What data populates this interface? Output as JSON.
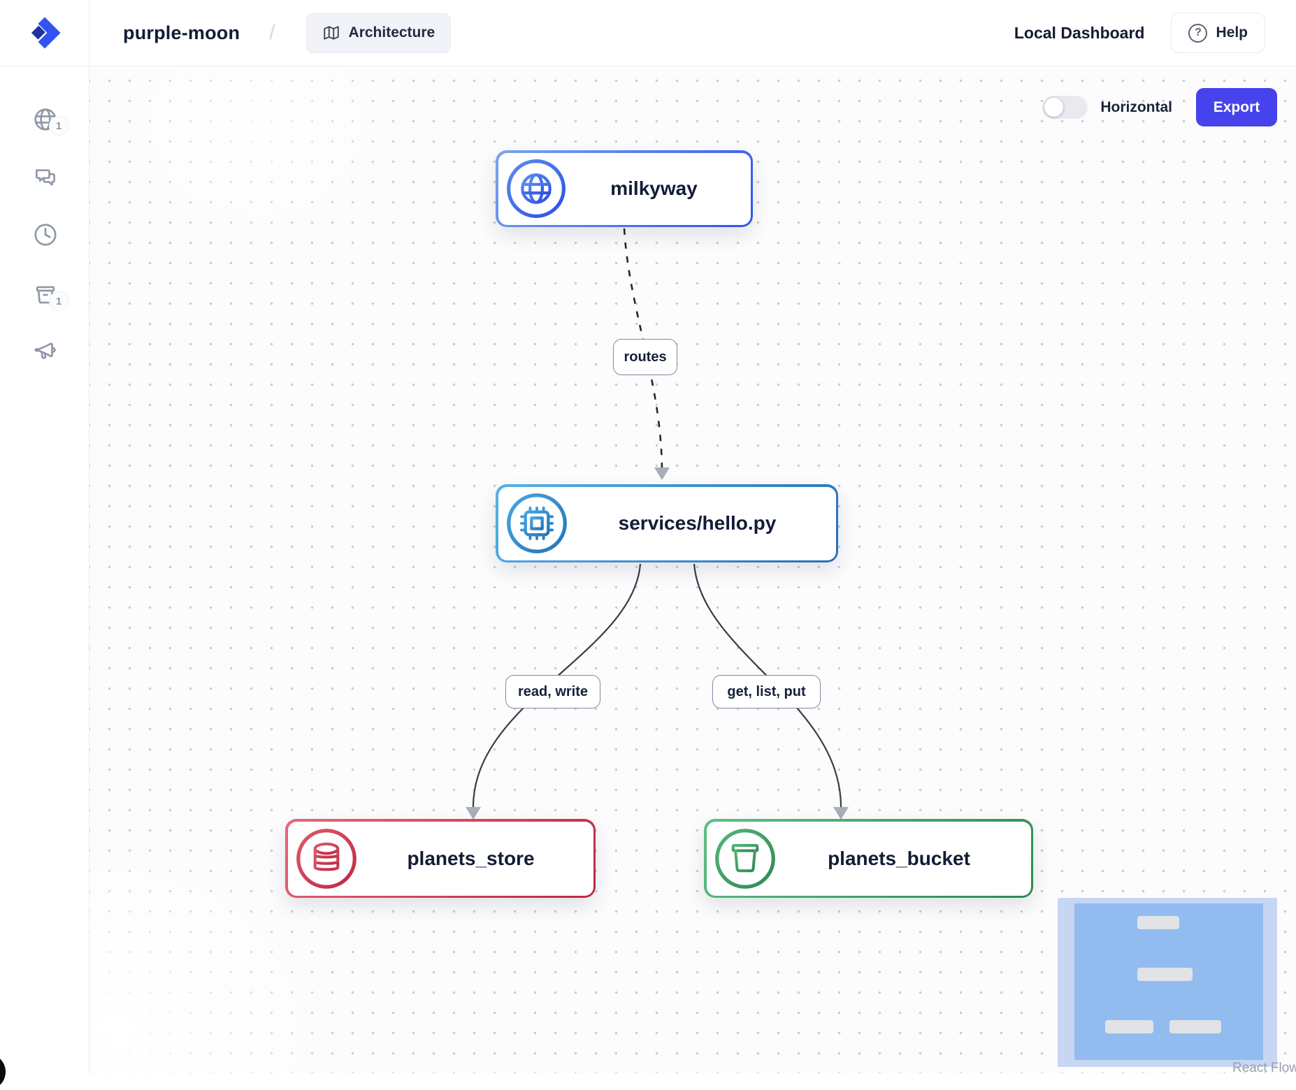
{
  "header": {
    "project_name": "purple-moon",
    "breadcrumb_separator": "/",
    "architecture_button": "Architecture",
    "dashboard_label": "Local Dashboard",
    "help_button": "Help",
    "help_icon_glyph": "?"
  },
  "sidebar": {
    "items": [
      {
        "icon": "globe-icon",
        "badge": "1"
      },
      {
        "icon": "chat-icon",
        "badge": ""
      },
      {
        "icon": "clock-icon",
        "badge": ""
      },
      {
        "icon": "storage-bucket-icon",
        "badge": "1"
      },
      {
        "icon": "megaphone-icon",
        "badge": ""
      }
    ]
  },
  "canvas": {
    "controls": {
      "toggle_label": "Horizontal",
      "toggle_state": "off",
      "export_button": "Export"
    },
    "nodes": [
      {
        "id": "milkyway",
        "label": "milkyway",
        "icon": "globe-icon",
        "accent": "#2d53e8"
      },
      {
        "id": "services-hello",
        "label": "services/hello.py",
        "icon": "cpu-icon",
        "accent": "#2371b5"
      },
      {
        "id": "planets-store",
        "label": "planets_store",
        "icon": "database-icon",
        "accent": "#bf2641"
      },
      {
        "id": "planets-bucket",
        "label": "planets_bucket",
        "icon": "bucket-icon",
        "accent": "#2d8953"
      }
    ],
    "edges": [
      {
        "from": "milkyway",
        "to": "services-hello",
        "label": "routes",
        "style": "dashed"
      },
      {
        "from": "services-hello",
        "to": "planets-store",
        "label": "read, write",
        "style": "solid"
      },
      {
        "from": "services-hello",
        "to": "planets-bucket",
        "label": "get, list, put",
        "style": "solid"
      }
    ],
    "attribution": "React Flow"
  },
  "colors": {
    "export_button_bg": "#4643ec",
    "node_blue_gradient": [
      "#7ba4f0",
      "#2d53e8"
    ],
    "node_sky_gradient": [
      "#55b2e8",
      "#2371b5"
    ],
    "node_red_gradient": [
      "#e56878",
      "#bf2641"
    ],
    "node_green_gradient": [
      "#5fc084",
      "#2d8953"
    ],
    "minimap_bg": "#c7d6f3",
    "minimap_viewport": "#92bcf0",
    "canvas_dot": "#c9cdd6",
    "text_dark": "#131c33"
  }
}
